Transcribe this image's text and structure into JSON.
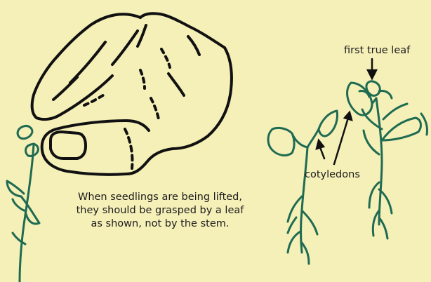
{
  "caption": {
    "line1": "When seedlings are being lifted,",
    "line2": "they should be grasped by a leaf",
    "line3": "as shown, not by the stem."
  },
  "labels": {
    "first_true_leaf": "first true leaf",
    "cotyledons": "cotyledons"
  },
  "colors": {
    "background": "#f5efb8",
    "hand_outline": "#111111",
    "plant": "#1f6b52"
  }
}
